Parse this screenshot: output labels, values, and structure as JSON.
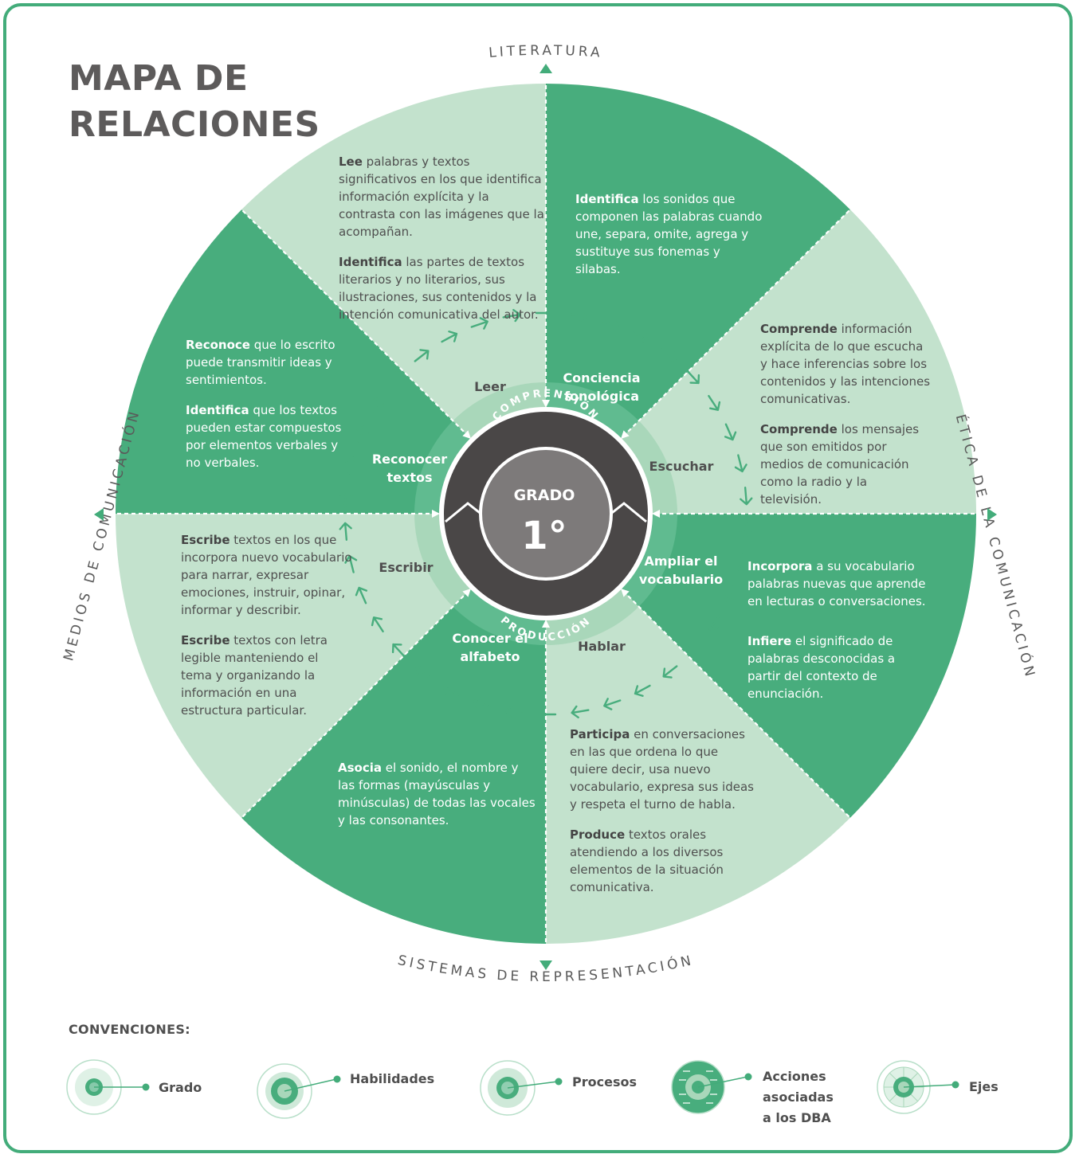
{
  "title": "MAPA DE RELACIONES",
  "axes": {
    "top": "LITERATURA",
    "right": "ÉTICA DE LA COMUNICACIÓN",
    "bottom": "SISTEMAS DE REPRESENTACIÓN",
    "left": "MEDIOS DE COMUNICACIÓN"
  },
  "center": {
    "grade_label": "GRADO",
    "grade_value": "1°",
    "top_arc": "COMPRENSIÓN",
    "bottom_arc": "PRODUCCIÓN"
  },
  "processes": {
    "leer": "Leer",
    "conciencia": "Conciencia fonológica",
    "escuchar": "Escuchar",
    "ampliar": "Ampliar el vocabulario",
    "hablar": "Hablar",
    "alfabeto": "Conocer el alfabeto",
    "escribir": "Escribir",
    "reconocer": "Reconocer textos"
  },
  "actions": {
    "leer_1_b": "Lee",
    "leer_1_t": " palabras y textos significativos en los que identifica información explícita y la contrasta con las imágenes que la acompañan.",
    "leer_2_b": "Identifica",
    "leer_2_t": " las partes de textos literarios y no literarios, sus ilustraciones, sus contenidos y la intención comunicativa del autor.",
    "conciencia_1_b": "Identifica",
    "conciencia_1_t": " los sonidos que componen las palabras cuando une, separa, omite, agrega y sustituye sus fonemas y silabas.",
    "escuchar_1_b": "Comprende",
    "escuchar_1_t": " información explícita de lo que escucha y hace inferencias sobre los contenidos y las intenciones comunicativas.",
    "escuchar_2_b": "Comprende",
    "escuchar_2_t": " los mensajes que son emitidos por medios de comunicación como la radio y la televisión.",
    "ampliar_1_b": "Incorpora",
    "ampliar_1_t": " a su vocabulario palabras nuevas que aprende en lecturas o conversaciones.",
    "ampliar_2_b": "Infiere",
    "ampliar_2_t": " el significado de palabras desconocidas a partir del contexto de enunciación.",
    "hablar_1_b": "Participa",
    "hablar_1_t": " en conversaciones en las que ordena lo que quiere decir, usa nuevo vocabulario, expresa sus ideas y respeta el turno de habla.",
    "hablar_2_b": "Produce",
    "hablar_2_t": " textos orales atendiendo a los diversos elementos de la situación comunicativa.",
    "alfabeto_1_b": "Asocia",
    "alfabeto_1_t": " el sonido, el nombre y las formas (mayúsculas y minúsculas) de todas las vocales y las consonantes.",
    "escribir_1_b": "Escribe",
    "escribir_1_t": " textos en los que incorpora nuevo vocabulario para narrar, expresar emociones, instruir, opinar, informar y describir.",
    "escribir_2_b": "Escribe",
    "escribir_2_t": " textos con letra legible manteniendo el tema y organizando la información en una estructura particular.",
    "reconocer_1_b": "Reconoce",
    "reconocer_1_t": " que lo escrito puede transmitir ideas y sentimientos.",
    "reconocer_2_b": "Identifica",
    "reconocer_2_t": " que los textos pueden estar compuestos por elementos verbales y no verbales."
  },
  "conventions": {
    "heading": "CONVENCIONES:",
    "items": [
      "Grado",
      "Habilidades",
      "Procesos",
      "Acciones asociadas a los DBA",
      "Ejes"
    ]
  },
  "colors": {
    "dark_green": "#48ad7d",
    "light_green": "#c3e2cd",
    "mid_dark": "#60bb90",
    "mid_light": "#a9d7ba",
    "frame": "#43ac7a",
    "center_gray": "#5a5757",
    "text_gray": "#4f4f4f"
  }
}
